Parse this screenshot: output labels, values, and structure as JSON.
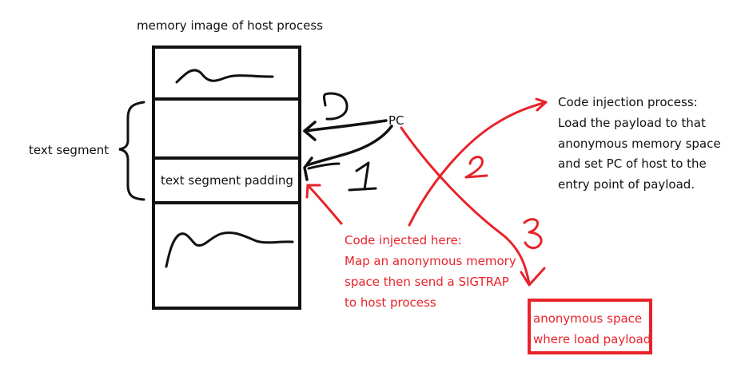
{
  "diagram": {
    "title": "memory image of host process",
    "text_segment_label": "text segment",
    "padding_label": "text segment padding",
    "pc_label": "PC",
    "step_labels": [
      "1",
      "2",
      "3"
    ],
    "step_zero_label": "0",
    "code_injected_lines": [
      "Code injected here:",
      "Map an anonymous memory",
      "space then send a SIGTRAP",
      "to host process"
    ],
    "injection_process_lines": [
      "Code injection process:",
      "Load the payload to that",
      "anonymous memory space",
      "and set PC of host to the",
      "entry point of payload."
    ],
    "anon_space_lines": [
      "anonymous space",
      "where load payload"
    ]
  },
  "colors": {
    "ink": "#111111",
    "accent_red": "#e8232a"
  }
}
